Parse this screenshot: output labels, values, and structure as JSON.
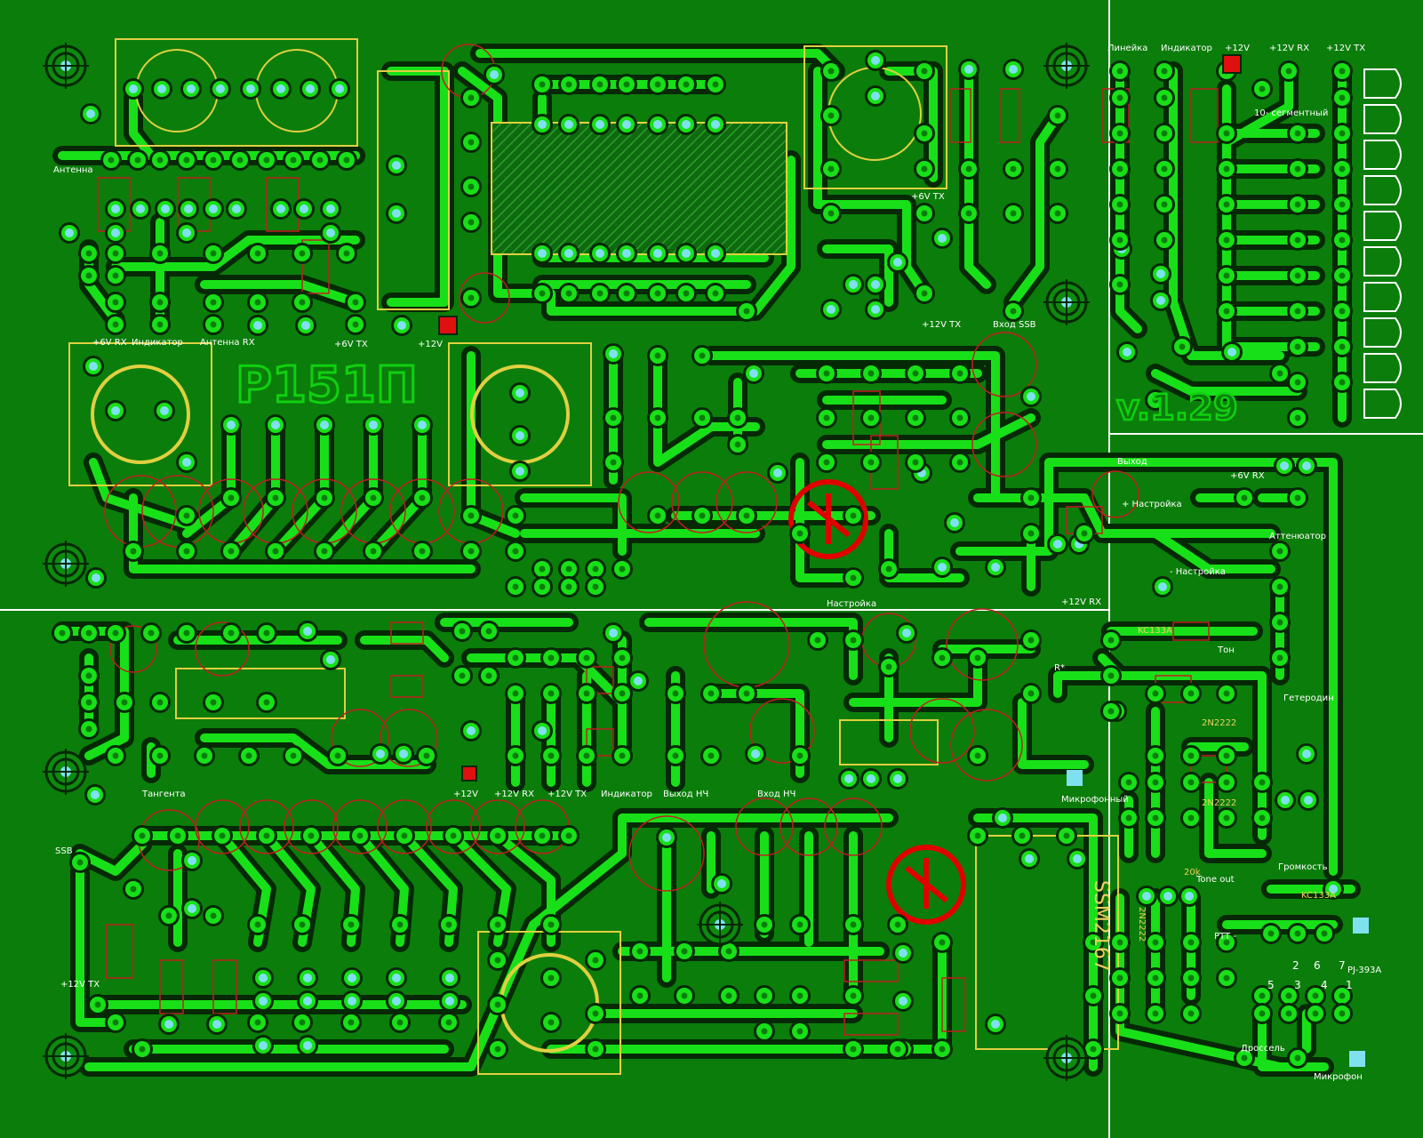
{
  "board": {
    "title": "P151П",
    "version": "v.1.29",
    "colors": {
      "background": "#0b7d0b",
      "trace": "#18e018",
      "trace_outline": "#052905",
      "pad_hole": "#7fe0f0",
      "silkscreen": "#ffffff",
      "component_outline": "#e0d040",
      "courtyard": "#c02020",
      "title": "#10d010"
    }
  },
  "labels": {
    "antenna": "Антенна",
    "plus6v_rx_1": "+6V RX",
    "indicator_1": "Индикатор",
    "antenna_rx": "Антенна RX",
    "plus6v_tx_1": "+6V TX",
    "plus12v_1": "+12V",
    "plus6v_tx_2": "+6V TX",
    "plus12v_tx_1": "+12V TX",
    "ssb_input": "Вход SSB",
    "lineyka": "Линейка",
    "indicator_2": "Индикатор",
    "plus12v_2": "+12V",
    "plus12v_rx_1": "+12V RX",
    "plus12v_tx_2": "+12V TX",
    "segment10": "10- сегментный",
    "vykhod": "Выход",
    "plus6v_rx_2": "+6V RX",
    "plus_tuning": "+ Настройка",
    "attenuator": "Аттенюатор",
    "minus_tuning": "- Настройка",
    "tuning": "Настройка",
    "plus12v_rx_2": "+12V RX",
    "kc133a_1": "KC133A",
    "ton": "Тон",
    "r_star": "R*",
    "heterodyne": "Гетеродин",
    "q1": "2N2222",
    "q2": "2N2222",
    "tangenta": "Тангента",
    "plus12v_3": "+12V",
    "plus12v_rx_3": "+12V RX",
    "plus12v_tx_3": "+12V TX",
    "indicator_3": "Индикатор",
    "audio_out": "Выход НЧ",
    "audio_in": "Вход НЧ",
    "mic_amp": "Микрофонный",
    "ssb": "SSB",
    "plus12v_tx_4": "+12V TX",
    "ssm2167": "SSM2167",
    "volume": "Громкость",
    "kc133a_2": "KC133A",
    "tone_out": "Tone out",
    "ptt": "PTT -",
    "pj393a": "PJ-393A",
    "pin2": "2",
    "pin6": "6",
    "pin7": "7",
    "pin5": "5",
    "pin3": "3",
    "pin4": "4",
    "pin1": "1",
    "choke": "Дроссель",
    "mic": "Микрофон",
    "r20k": "20k",
    "r2n2222": "2N2222"
  }
}
